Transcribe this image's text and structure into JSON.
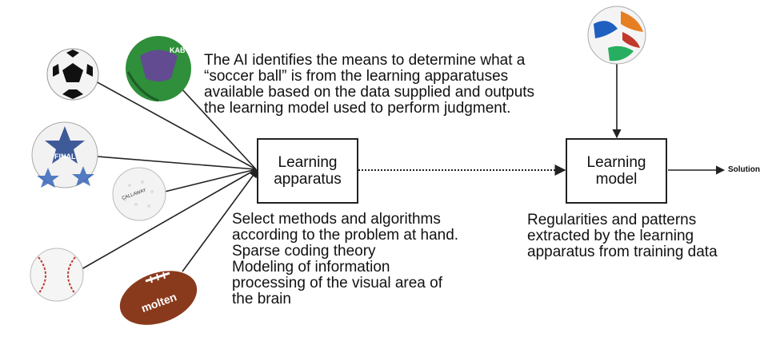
{
  "top_description": [
    "The AI identifies the means to determine what a",
    "“soccer ball” is from the learning apparatuses",
    "available based on the data supplied and outputs",
    "the learning model used to perform judgment."
  ],
  "learning_apparatus_box": [
    "Learning",
    "apparatus"
  ],
  "learning_model_box": [
    "Learning",
    "model"
  ],
  "solution_label": "Solution",
  "apparatus_description": [
    "Select methods and algorithms",
    "according to the problem at hand.",
    "Sparse coding theory",
    "Modeling of information",
    "processing of the visual area of",
    "the brain"
  ],
  "model_description": [
    "Regularities and patterns",
    "extracted by the learning",
    "apparatus from training data"
  ],
  "ball_labels": {
    "green_ball": "KAB",
    "final_ball": "FINAL",
    "golf_ball": "CALLAWAY",
    "football": "molten"
  },
  "colors": {
    "line": "#222222",
    "green_ball": "#2f8f3a",
    "purple_panel": "#6b3fa0",
    "football": "#8a3a1c",
    "final_ball_blue": "#1f3f8a"
  }
}
